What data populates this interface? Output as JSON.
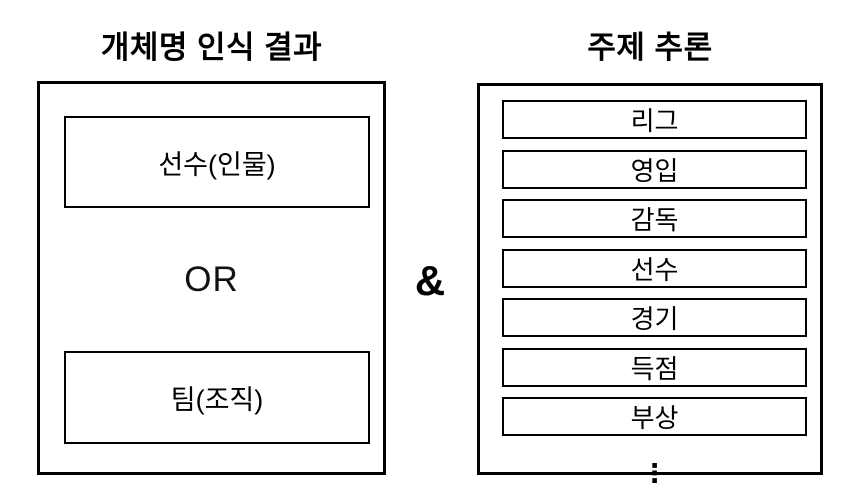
{
  "left_panel": {
    "title": "개체명 인식 결과",
    "entity_person": "선수(인물)",
    "or_label": "OR",
    "entity_team": "팀(조직)"
  },
  "connector": {
    "symbol": "&"
  },
  "right_panel": {
    "title": "주제 추론",
    "topics": [
      "리그",
      "영입",
      "감독",
      "선수",
      "경기",
      "득점",
      "부상"
    ],
    "ellipsis": "⋮"
  },
  "colors": {
    "background": "#ffffff",
    "line": "#000000",
    "text": "#000000"
  }
}
